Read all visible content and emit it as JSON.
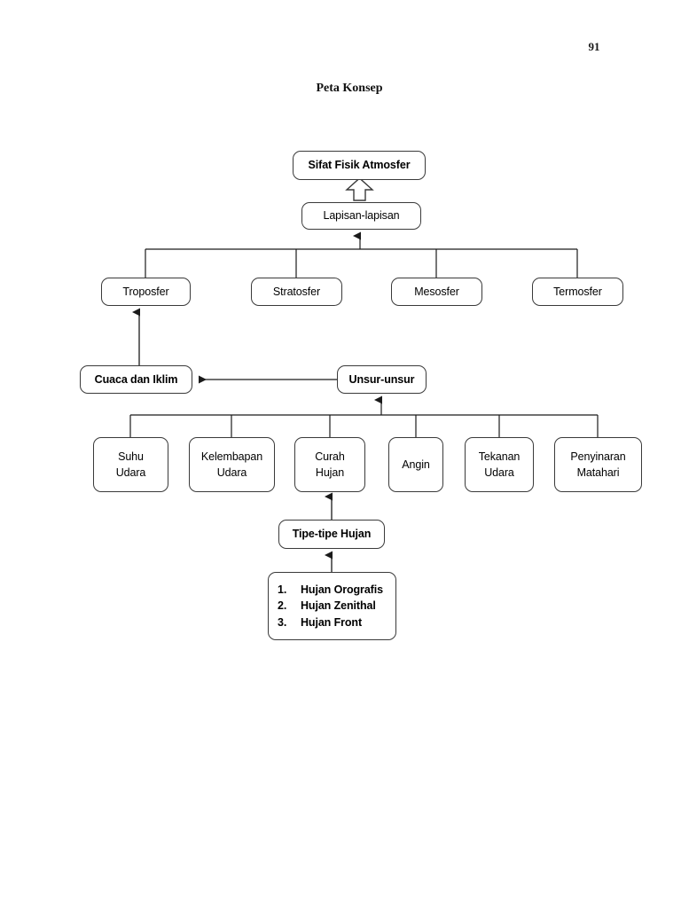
{
  "page": {
    "number": "91",
    "title": "Peta Konsep"
  },
  "diagram": {
    "type": "concept-map",
    "root": {
      "label": "Sifat Fisik Atmosfer"
    },
    "layers_parent": {
      "label": "Lapisan-lapisan"
    },
    "layers": [
      {
        "label": "Troposfer"
      },
      {
        "label": "Stratosfer"
      },
      {
        "label": "Mesosfer"
      },
      {
        "label": "Termosfer"
      }
    ],
    "weather": {
      "label": "Cuaca dan Iklim"
    },
    "elements_parent": {
      "label": "Unsur-unsur"
    },
    "elements": [
      {
        "line1": "Suhu",
        "line2": "Udara"
      },
      {
        "line1": "Kelembapan",
        "line2": "Udara"
      },
      {
        "line1": "Curah",
        "line2": "Hujan"
      },
      {
        "line1": "Angin",
        "line2": ""
      },
      {
        "line1": "Tekanan",
        "line2": "Udara"
      },
      {
        "line1": "Penyinaran",
        "line2": "Matahari"
      }
    ],
    "rain_types_parent": {
      "label": "Tipe-tipe Hujan"
    },
    "rain_types": [
      {
        "num": "1.",
        "label": "Hujan Orografis"
      },
      {
        "num": "2.",
        "label": "Hujan Zenithal"
      },
      {
        "num": "3.",
        "label": "Hujan Front"
      }
    ]
  }
}
